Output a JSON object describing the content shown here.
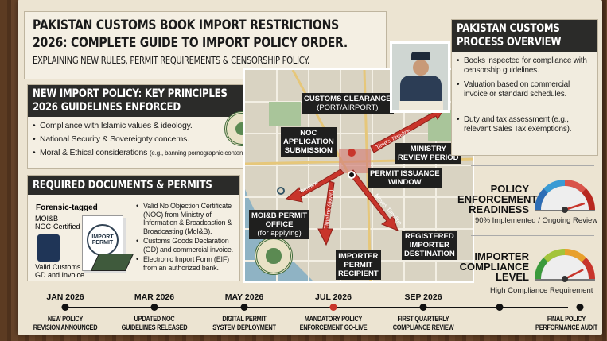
{
  "title_lines": [
    "PAKISTAN CUSTOMS BOOK IMPORT RESTRICTIONS",
    "2026: COMPLETE GUIDE TO IMPORT POLICY ORDER."
  ],
  "subtitle": "EXPLAINING NEW RULES, PERMIT REQUIREMENTS & CENSORSHIP POLICY.",
  "principles": {
    "header_lines": [
      "NEW IMPORT POLICY: KEY PRINCIPLES",
      "2026 GUIDELINES ENFORCED"
    ],
    "bullets": [
      "Compliance with Islamic values & ideology.",
      "National Security & Sovereignty concerns.",
      "Moral & Ethical considerations"
    ],
    "bullet3_note": "(e.g., banning pornographic content)."
  },
  "documents": {
    "header": "REQUIRED DOCUMENTS & PERMITS",
    "forensic": "Forensic-tagged",
    "moib_label_lines": [
      "MOI&B",
      "NOC-Certified"
    ],
    "customs_label_lines": [
      "Valid Customs",
      "GD and Invoice"
    ],
    "stamp_lines": [
      "IMPORT",
      "PERMIT"
    ],
    "bullets": [
      "Valid No Objection Certificate (NOC) from Ministry of Information & Broadcastion & Broadcasting (MoI&B).",
      "Customs Goods Declaration (GD) and commercial invoice.",
      "Electronic Import Form (EIF) from an authorized bank."
    ]
  },
  "map": {
    "customs_clearance": [
      "CUSTOMS CLEARANCE",
      "(PORT/AIRPORT)"
    ],
    "noc": [
      "NOC",
      "APPLICATION",
      "SUBMISSION"
    ],
    "ministry": [
      "MINISTRY",
      "REVIEW PERIOD"
    ],
    "permit_window": [
      "PERMIT ISSUANCE",
      "WINDOW"
    ],
    "moib_office": [
      "MOI&B PERMIT",
      "OFFICE"
    ],
    "moib_office_note": "(for applying)",
    "registered": [
      "REGISTERED",
      "IMPORTER",
      "DESTINATION"
    ],
    "recipient": [
      "IMPORTER",
      "PERMIT",
      "RECIPIENT"
    ],
    "arrow_labels": [
      "Time's Timeline",
      "Timeline",
      "Timeline (down)",
      "Moves Timeline"
    ]
  },
  "overview": {
    "header_lines": [
      "PAKISTAN CUSTOMS",
      "PROCESS OVERVIEW"
    ],
    "bullets": [
      "Books inspected for compliance with censorship guidelines.",
      "Valuation based on commercial invoice or standard schedules.",
      "Duty and tax assessment (e.g., relevant Sales Tax exemptions)."
    ]
  },
  "gauges": [
    {
      "title_lines": [
        "POLICY",
        "ENFORCEMENT",
        "READINESS"
      ],
      "caption": "90% Implemented / Ongoing Review",
      "value_percent": 90,
      "scheme": "blue-red"
    },
    {
      "title_lines": [
        "IMPORTER",
        "COMPLIANCE",
        "LEVEL"
      ],
      "caption": "High Compliance Requirement",
      "value_percent": 85,
      "scheme": "green-red"
    }
  ],
  "timeline": [
    {
      "date": "JAN 2026",
      "label": [
        "NEW POLICY",
        "REVISION ANNOUNCED"
      ]
    },
    {
      "date": "MAR 2026",
      "label": [
        "UPDATED NOC",
        "GUIDELINES RELEASED"
      ]
    },
    {
      "date": "MAY 2026",
      "label": [
        "DIGITAL PERMIT",
        "SYSTEM DEPLOYMENT"
      ]
    },
    {
      "date": "JUL 2026",
      "label": [
        "MANDATORY POLICY",
        "ENFORCEMENT GO-LIVE"
      ],
      "highlight": true
    },
    {
      "date": "SEP 2026",
      "label": [
        "FIRST QUARTERLY",
        "COMPLIANCE REVIEW"
      ]
    },
    {
      "date": "",
      "label": [
        "",
        ""
      ]
    },
    {
      "date": "",
      "label": [
        "FINAL POLICY",
        "PERFORMANCE AUDIT"
      ]
    }
  ],
  "colors": {
    "header_bg": "#2b2b29",
    "accent_red": "#c8352b",
    "seal_green": "#3f6b3a",
    "paper": "#ece4d2"
  }
}
